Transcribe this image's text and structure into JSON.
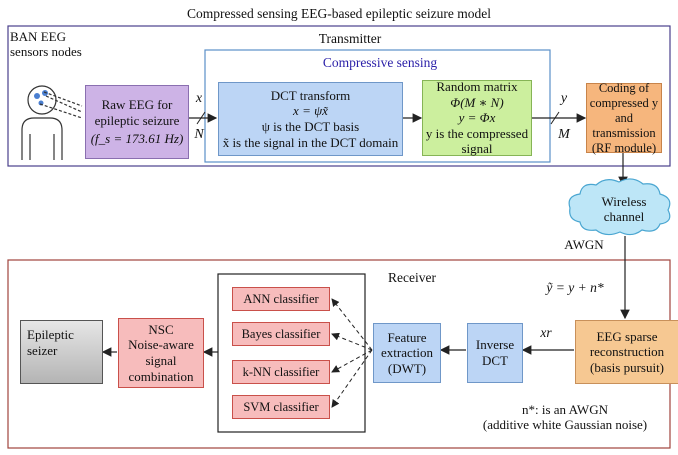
{
  "title": "Compressed sensing EEG-based epileptic seizure model",
  "transmitter": {
    "label": "Transmitter",
    "sensor_label": [
      "BAN EEG",
      "sensors nodes"
    ],
    "raw_eeg": [
      "Raw EEG for",
      "epileptic seizure",
      "(f_s = 173.61 Hz)"
    ],
    "compressive_label": "Compressive sensing",
    "dct": [
      "DCT transform",
      "x = ψx̃",
      "ψ is the DCT basis",
      "x̃ is the signal in the DCT domain"
    ],
    "random_matrix": [
      "Random matrix",
      "Φ(M ∗ N)",
      "y = Φx",
      "y is the compressed",
      "signal"
    ],
    "coding": [
      "Coding of",
      "compressed y",
      "and",
      "transmission",
      "(RF module)"
    ],
    "arrow_x_label": "x",
    "arrow_n_label": "N",
    "arrow_y_label": "y",
    "arrow_m_label": "M",
    "colors": {
      "frame": "#4a3f8c",
      "compressive_frame": "#5b8fc7",
      "compressive_text": "#2a1fa8",
      "raw_fill": "#cdb3e6",
      "dct_fill": "#bcd5f5",
      "random_fill": "#ccef9e",
      "coding_fill": "#f6b67d"
    }
  },
  "channel": {
    "label": [
      "Wireless",
      "channel"
    ],
    "awgn": "AWGN",
    "colors": {
      "cloud_fill": "#bde6f7",
      "cloud_stroke": "#4aa6d1"
    }
  },
  "receiver": {
    "label": "Receiver",
    "formula": "ỹ = y + n*",
    "sparse": [
      "EEG sparse",
      "reconstruction",
      "(basis pursuit)"
    ],
    "xr_label": "xr",
    "inverse": [
      "Inverse",
      "DCT"
    ],
    "feature": [
      "Feature",
      "extraction",
      "(DWT)"
    ],
    "classifiers": [
      "ANN classifier",
      "Bayes classifier",
      "k-NN classifier",
      "SVM classifier"
    ],
    "nsc": [
      "NSC",
      "Noise-aware",
      "signal",
      "combination"
    ],
    "output": [
      "Epileptic",
      "seizer"
    ],
    "noise_note": [
      "n*: is an AWGN",
      "(additive white Gaussian noise)"
    ],
    "colors": {
      "frame": "#a0443c",
      "sparse_fill": "#f6c892",
      "dct_fill": "#bcd5f5",
      "classifier_fill": "#f7bcbc",
      "classifier_stroke": "#c9504a",
      "output_fill": "#c8c8c8"
    }
  }
}
